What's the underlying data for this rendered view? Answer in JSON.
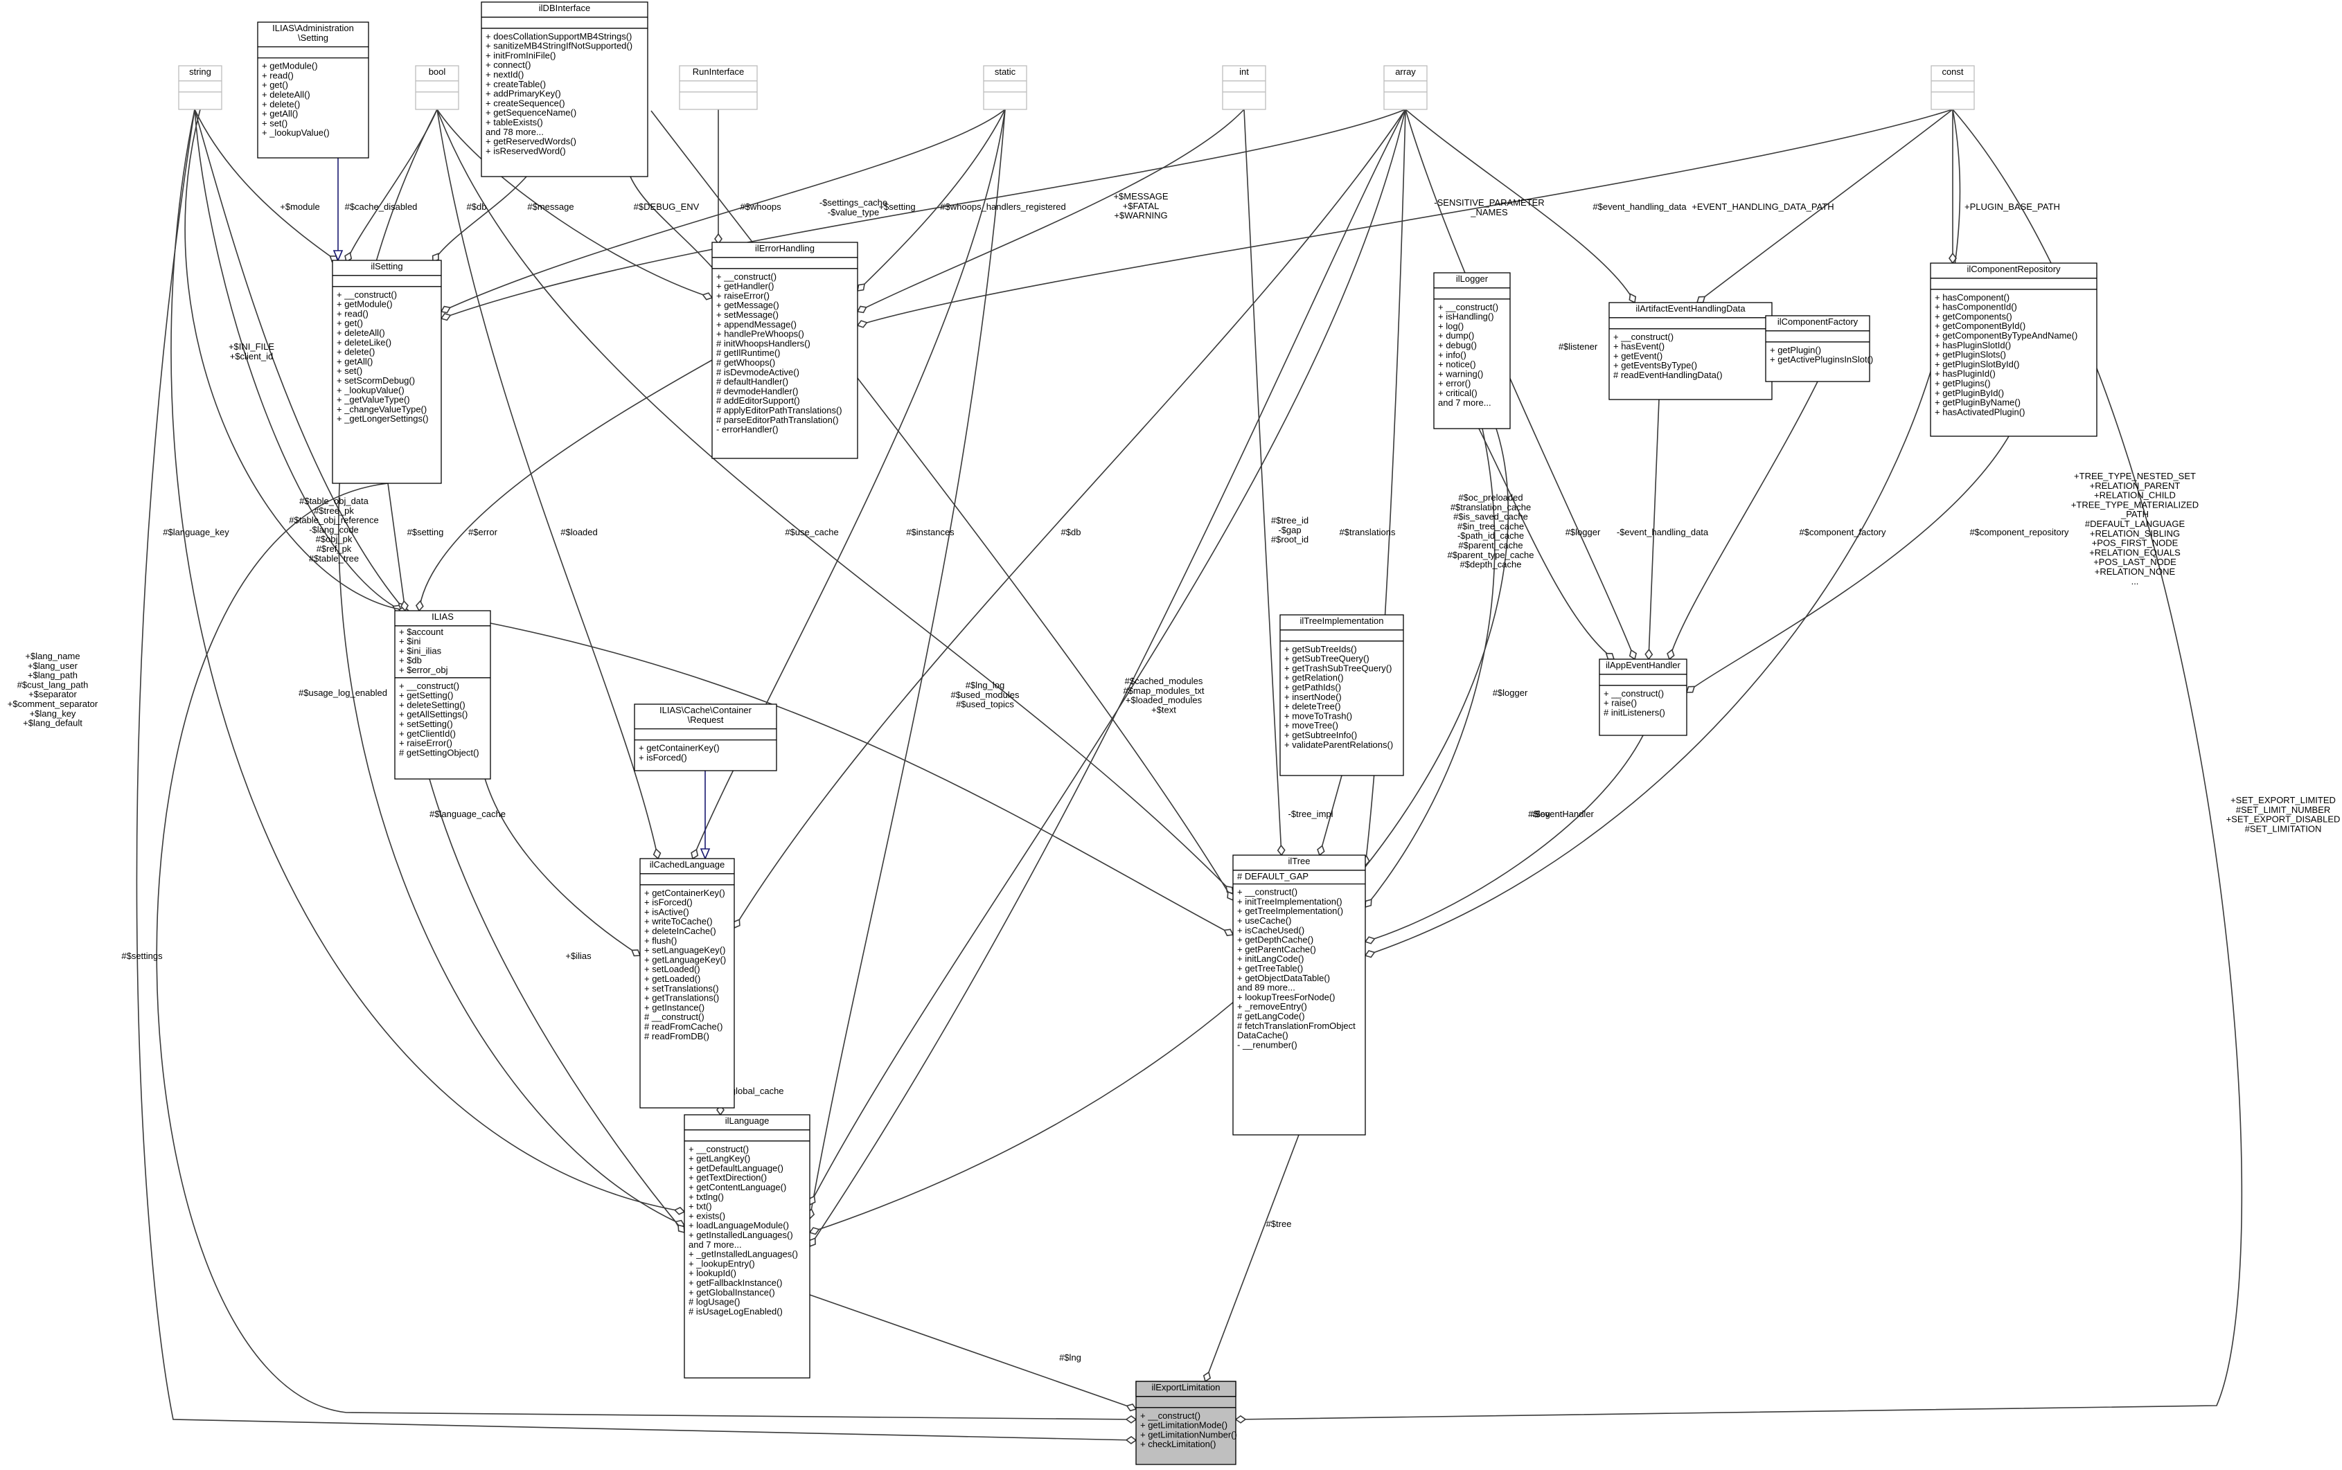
{
  "nodes": [
    {
      "id": "string",
      "title": [
        "string"
      ],
      "attrs": [],
      "methods": [],
      "ghost": true
    },
    {
      "id": "admin_setting",
      "title": [
        "ILIAS\\Administration",
        "\\Setting"
      ],
      "attrs": [],
      "methods": [
        "+ getModule()",
        "+ read()",
        "+ get()",
        "+ deleteAll()",
        "+ delete()",
        "+ getAll()",
        "+ set()",
        "+ _lookupValue()"
      ]
    },
    {
      "id": "bool",
      "title": [
        "bool"
      ],
      "attrs": [],
      "methods": [],
      "ghost": true
    },
    {
      "id": "ildbinterface",
      "title": [
        "ilDBInterface"
      ],
      "attrs": [],
      "methods": [
        "+ doesCollationSupportMB4Strings()",
        "+ sanitizeMB4StringIfNotSupported()",
        "+ initFromIniFile()",
        "+ connect()",
        "+ nextId()",
        "+ createTable()",
        "+ addPrimaryKey()",
        "+ createSequence()",
        "+ getSequenceName()",
        "+ tableExists()",
        "and 78 more...",
        "+ getReservedWords()",
        "+ isReservedWord()"
      ]
    },
    {
      "id": "runinterface",
      "title": [
        "RunInterface"
      ],
      "attrs": [],
      "methods": [],
      "ghost": true
    },
    {
      "id": "static",
      "title": [
        "static"
      ],
      "attrs": [],
      "methods": [],
      "ghost": true
    },
    {
      "id": "int",
      "title": [
        "int"
      ],
      "attrs": [],
      "methods": [],
      "ghost": true
    },
    {
      "id": "array",
      "title": [
        "array"
      ],
      "attrs": [],
      "methods": [],
      "ghost": true
    },
    {
      "id": "const",
      "title": [
        "const"
      ],
      "attrs": [],
      "methods": [],
      "ghost": true
    },
    {
      "id": "ilsetting",
      "title": [
        "ilSetting"
      ],
      "attrs": [],
      "methods": [
        "+ __construct()",
        "+ getModule()",
        "+ read()",
        "+ get()",
        "+ deleteAll()",
        "+ deleteLike()",
        "+ delete()",
        "+ getAll()",
        "+ set()",
        "+ setScormDebug()",
        "+ _lookupValue()",
        "+ _getValueType()",
        "+ _changeValueType()",
        "+ _getLongerSettings()"
      ]
    },
    {
      "id": "ilerrorhandling",
      "title": [
        "ilErrorHandling"
      ],
      "attrs": [],
      "methods": [
        "+ __construct()",
        "+ getHandler()",
        "+ raiseError()",
        "+ getMessage()",
        "+ setMessage()",
        "+ appendMessage()",
        "+ handlePreWhoops()",
        "# initWhoopsHandlers()",
        "# getIlRuntime()",
        "# getWhoops()",
        "# isDevmodeActive()",
        "# defaultHandler()",
        "# devmodeHandler()",
        "# addEditorSupport()",
        "# applyEditorPathTranslations()",
        "# parseEditorPathTranslation()",
        "- errorHandler()"
      ]
    },
    {
      "id": "illogger",
      "title": [
        "ilLogger"
      ],
      "attrs": [],
      "methods": [
        "+ __construct()",
        "+ isHandling()",
        "+ log()",
        "+ dump()",
        "+ debug()",
        "+ info()",
        "+ notice()",
        "+ warning()",
        "+ error()",
        "+ critical()",
        "and 7 more..."
      ]
    },
    {
      "id": "ilartifact",
      "title": [
        "ilArtifactEventHandlingData"
      ],
      "attrs": [],
      "methods": [
        "+ __construct()",
        "+ hasEvent()",
        "+ getEvent()",
        "+ getEventsByType()",
        "# readEventHandlingData()"
      ]
    },
    {
      "id": "ilcompfactory",
      "title": [
        "ilComponentFactory"
      ],
      "attrs": [],
      "methods": [
        "+ getPlugin()",
        "+ getActivePluginsInSlot()"
      ]
    },
    {
      "id": "ilcomprepo",
      "title": [
        "ilComponentRepository"
      ],
      "attrs": [],
      "methods": [
        "+ hasComponent()",
        "+ hasComponentId()",
        "+ getComponents()",
        "+ getComponentById()",
        "+ getComponentByTypeAndName()",
        "+ hasPluginSlotId()",
        "+ getPluginSlots()",
        "+ getPluginSlotById()",
        "+ hasPluginId()",
        "+ getPlugins()",
        "+ getPluginById()",
        "+ getPluginByName()",
        "+ hasActivatedPlugin()"
      ]
    },
    {
      "id": "ilias",
      "title": [
        "ILIAS"
      ],
      "attrs": [
        "+ $account",
        "+ $ini",
        "+ $ini_ilias",
        "+ $db",
        "+ $error_obj"
      ],
      "methods": [
        "+ __construct()",
        "+ getSetting()",
        "+ deleteSetting()",
        "+ getAllSettings()",
        "+ setSetting()",
        "+ getClientId()",
        "+ raiseError()",
        "# getSettingObject()"
      ]
    },
    {
      "id": "cachereq",
      "title": [
        "ILIAS\\Cache\\Container",
        "\\Request"
      ],
      "attrs": [],
      "methods": [
        "+ getContainerKey()",
        "+ isForced()"
      ]
    },
    {
      "id": "iltreeimpl",
      "title": [
        "ilTreeImplementation"
      ],
      "attrs": [],
      "methods": [
        "+ getSubTreeIds()",
        "+ getSubTreeQuery()",
        "+ getTrashSubTreeQuery()",
        "+ getRelation()",
        "+ getPathIds()",
        "+ insertNode()",
        "+ deleteTree()",
        "+ moveToTrash()",
        "+ moveTree()",
        "+ getSubtreeInfo()",
        "+ validateParentRelations()"
      ]
    },
    {
      "id": "ilappevent",
      "title": [
        "ilAppEventHandler"
      ],
      "attrs": [],
      "methods": [
        "+ __construct()",
        "+ raise()",
        "# initListeners()"
      ]
    },
    {
      "id": "ilcachedlang",
      "title": [
        "ilCachedLanguage"
      ],
      "attrs": [],
      "methods": [
        "+ getContainerKey()",
        "+ isForced()",
        "+ isActive()",
        "+ writeToCache()",
        "+ deleteInCache()",
        "+ flush()",
        "+ setLanguageKey()",
        "+ getLanguageKey()",
        "+ setLoaded()",
        "+ getLoaded()",
        "+ setTranslations()",
        "+ getTranslations()",
        "+ getInstance()",
        "# __construct()",
        "# readFromCache()",
        "# readFromDB()"
      ]
    },
    {
      "id": "iltree",
      "title": [
        "ilTree"
      ],
      "attrs": [
        "# DEFAULT_GAP"
      ],
      "methods": [
        "+ __construct()",
        "+ initTreeImplementation()",
        "+ getTreeImplementation()",
        "+ useCache()",
        "+ isCacheUsed()",
        "+ getDepthCache()",
        "+ getParentCache()",
        "+ initLangCode()",
        "+ getTreeTable()",
        "+ getObjectDataTable()",
        "and 89 more...",
        "+ lookupTreesForNode()",
        "+ _removeEntry()",
        "# getLangCode()",
        "# fetchTranslationFromObject",
        "DataCache()",
        "- __renumber()"
      ]
    },
    {
      "id": "illanguage",
      "title": [
        "ilLanguage"
      ],
      "attrs": [],
      "methods": [
        "+ __construct()",
        "+ getLangKey()",
        "+ getDefaultLanguage()",
        "+ getTextDirection()",
        "+ getContentLanguage()",
        "+ txtlng()",
        "+ txt()",
        "+ exists()",
        "+ loadLanguageModule()",
        "+ getInstalledLanguages()",
        "and 7 more...",
        "+ _getInstalledLanguages()",
        "+ _lookupEntry()",
        "+ lookupId()",
        "+ getFallbackInstance()",
        "+ getGlobalInstance()",
        "# logUsage()",
        "# isUsageLogEnabled()"
      ]
    },
    {
      "id": "ilexportlim",
      "title": [
        "ilExportLimitation"
      ],
      "attrs": [],
      "methods": [
        "+ __construct()",
        "+ getLimitationMode()",
        "+ getLimitationNumber()",
        "+ checkLimitation()"
      ],
      "highlight": true
    }
  ],
  "edge_labels": [
    {
      "id": "l_module",
      "lines": [
        "+$module"
      ]
    },
    {
      "id": "l_cache_disabled",
      "lines": [
        "#$cache_disabled"
      ]
    },
    {
      "id": "l_db_setting",
      "lines": [
        "#$db"
      ]
    },
    {
      "id": "l_message",
      "lines": [
        "#$message"
      ]
    },
    {
      "id": "l_debug_env",
      "lines": [
        "#$DEBUG_ENV"
      ]
    },
    {
      "id": "l_whoops",
      "lines": [
        "#$whoops"
      ]
    },
    {
      "id": "l_settings_cache",
      "lines": [
        "-$settings_cache",
        "-$value_type"
      ]
    },
    {
      "id": "l_setting_plus",
      "lines": [
        "+$setting"
      ]
    },
    {
      "id": "l_whoops_reg",
      "lines": [
        "#$whoops_handlers_registered"
      ]
    },
    {
      "id": "l_message_levels",
      "lines": [
        "+$MESSAGE",
        "+$FATAL",
        "+$WARNING"
      ]
    },
    {
      "id": "l_sensitive",
      "lines": [
        "-SENSITIVE_PARAMETER",
        "_NAMES"
      ]
    },
    {
      "id": "l_event_data",
      "lines": [
        "#$event_handling_data"
      ]
    },
    {
      "id": "l_event_path",
      "lines": [
        "+EVENT_HANDLING_DATA_PATH"
      ]
    },
    {
      "id": "l_plugin_path",
      "lines": [
        "+PLUGIN_BASE_PATH"
      ]
    },
    {
      "id": "l_ini_file",
      "lines": [
        "+$INI_FILE",
        "+$client_id"
      ]
    },
    {
      "id": "l_table_obj",
      "lines": [
        "#$table_obj_data",
        "#$tree_pk",
        "#$table_obj_reference",
        "-$lang_code",
        "#$obj_pk",
        "#$ref_pk",
        "#$table_tree"
      ]
    },
    {
      "id": "l_lang_key",
      "lines": [
        "#$language_key"
      ]
    },
    {
      "id": "l_setting",
      "lines": [
        "#$setting"
      ]
    },
    {
      "id": "l_error",
      "lines": [
        "#$error"
      ]
    },
    {
      "id": "l_loaded",
      "lines": [
        "#$loaded"
      ]
    },
    {
      "id": "l_use_cache",
      "lines": [
        "#$use_cache"
      ]
    },
    {
      "id": "l_instances",
      "lines": [
        "#$instances"
      ]
    },
    {
      "id": "l_db_tree",
      "lines": [
        "#$db"
      ]
    },
    {
      "id": "l_tree_id",
      "lines": [
        "#$tree_id",
        "-$gap",
        "#$root_id"
      ]
    },
    {
      "id": "l_translations",
      "lines": [
        "#$translations"
      ]
    },
    {
      "id": "l_oc_preloaded",
      "lines": [
        "#$oc_preloaded",
        "#$translation_cache",
        "#$is_saved_cache",
        "#$in_tree_cache",
        "-$path_id_cache",
        "#$parent_cache",
        "#$parent_type_cache",
        "#$depth_cache"
      ]
    },
    {
      "id": "l_logger_app",
      "lines": [
        "#$logger"
      ]
    },
    {
      "id": "l_listener",
      "lines": [
        "#$listener"
      ]
    },
    {
      "id": "l_event_handling",
      "lines": [
        "-$event_handling_data"
      ]
    },
    {
      "id": "l_comp_factory",
      "lines": [
        "#$component_factory"
      ]
    },
    {
      "id": "l_comp_repo",
      "lines": [
        "#$component_repository"
      ]
    },
    {
      "id": "l_tree_type",
      "lines": [
        "+TREE_TYPE_NESTED_SET",
        "+RELATION_PARENT",
        "+RELATION_CHILD",
        "+TREE_TYPE_MATERIALIZED",
        "_PATH",
        "#DEFAULT_LANGUAGE",
        "+RELATION_SIBLING",
        "+POS_FIRST_NODE",
        "+RELATION_EQUALS",
        "+POS_LAST_NODE",
        "+RELATION_NONE",
        "..."
      ]
    },
    {
      "id": "l_lang_name",
      "lines": [
        "+$lang_name",
        "+$lang_user",
        "+$lang_path",
        "#$cust_lang_path",
        "+$separator",
        "+$comment_separator",
        "+$lang_key",
        "+$lang_default"
      ]
    },
    {
      "id": "l_usage_log",
      "lines": [
        "#$usage_log_enabled"
      ]
    },
    {
      "id": "l_lng_log",
      "lines": [
        "#$lng_log",
        "#$used_modules",
        "#$used_topics"
      ]
    },
    {
      "id": "l_cached_modules",
      "lines": [
        "#$cached_modules",
        "#$map_modules_txt",
        "+$loaded_modules",
        "+$text"
      ]
    },
    {
      "id": "l_logger_tree",
      "lines": [
        "#$logger"
      ]
    },
    {
      "id": "l_tree_impl",
      "lines": [
        "-$tree_impl"
      ]
    },
    {
      "id": "l_language_cache",
      "lines": [
        "#$language_cache"
      ]
    },
    {
      "id": "l_ilias",
      "lines": [
        "+$ilias"
      ]
    },
    {
      "id": "l_log",
      "lines": [
        "#$log"
      ]
    },
    {
      "id": "l_event_handler",
      "lines": [
        "#$eventHandler"
      ]
    },
    {
      "id": "l_set_export",
      "lines": [
        "+SET_EXPORT_LIMITED",
        "#SET_LIMIT_NUMBER",
        "+SET_EXPORT_DISABLED",
        "#SET_LIMITATION"
      ]
    },
    {
      "id": "l_settings",
      "lines": [
        "#$settings"
      ]
    },
    {
      "id": "l_global_cache",
      "lines": [
        "#$global_cache"
      ]
    },
    {
      "id": "l_tree",
      "lines": [
        "#$tree"
      ]
    },
    {
      "id": "l_lng",
      "lines": [
        "#$lng"
      ]
    }
  ]
}
